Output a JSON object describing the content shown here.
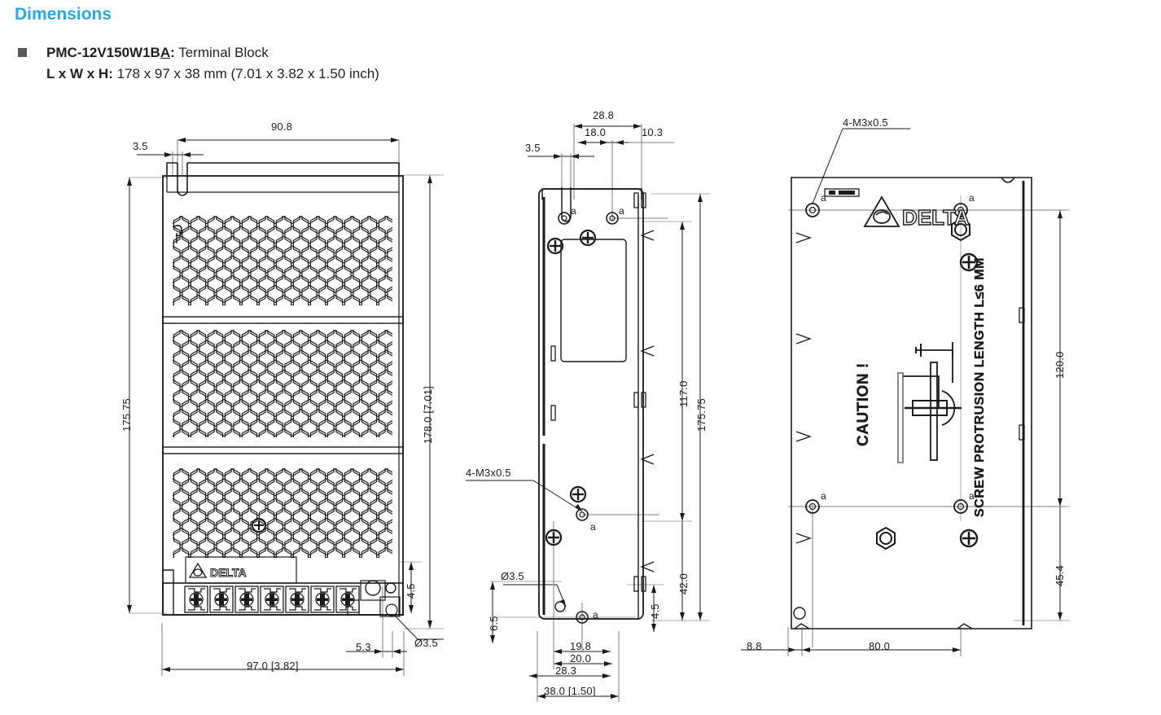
{
  "header": {
    "title": "Dimensions",
    "bullet_icon": "square-bullet",
    "model": "PMC-12V150W1B",
    "model_suffix": "A",
    "model_sep": ":",
    "model_desc": "Terminal Block",
    "size_label": "L x W x H:",
    "size_value": "178 x 97 x 38 mm (7.01 x 3.82 x 1.50 inch)",
    "accent_color": "#27a9e0"
  },
  "views": {
    "front": {
      "name": "front-view",
      "dimensions": {
        "top_width": "90.8",
        "top_notch": "3.5",
        "left_height": "175.75",
        "right_height": "178.0 [7.01]",
        "bottom_width": "97.0 [3.82]",
        "bottom_offset": "5.3",
        "small_height": "4.5",
        "hole_dia": "Ø3.5"
      },
      "brand": "DELTA",
      "terminal_count": 7
    },
    "side": {
      "name": "side-view",
      "dimensions": {
        "top_total": "28.8",
        "top_first": "18.0",
        "top_right": "10.3",
        "top_notch": "3.5",
        "right_inner": "117.0",
        "right_outer": "175.75",
        "right_low": "42.0",
        "right_small": "4.5",
        "bottom_left": "6.5",
        "bottom_a": "19.8",
        "bottom_b": "20.0",
        "bottom_c": "28.3",
        "bottom_total": "38.0 [1.50]",
        "hole_dia": "Ø3.5",
        "thread_callout": "4-M3x0.5"
      },
      "hole_label": "a"
    },
    "back": {
      "name": "back-view",
      "dimensions": {
        "thread_callout": "4-M3x0.5",
        "right_upper": "120.0",
        "right_lower": "45.4",
        "bottom_left": "8.8",
        "bottom_width": "80.0"
      },
      "brand": "DELTA",
      "hole_label": "a",
      "caution_title": "CAUTION !",
      "caution_text": "SCREW PROTRUSION LENGTH L≤6 MM"
    }
  }
}
